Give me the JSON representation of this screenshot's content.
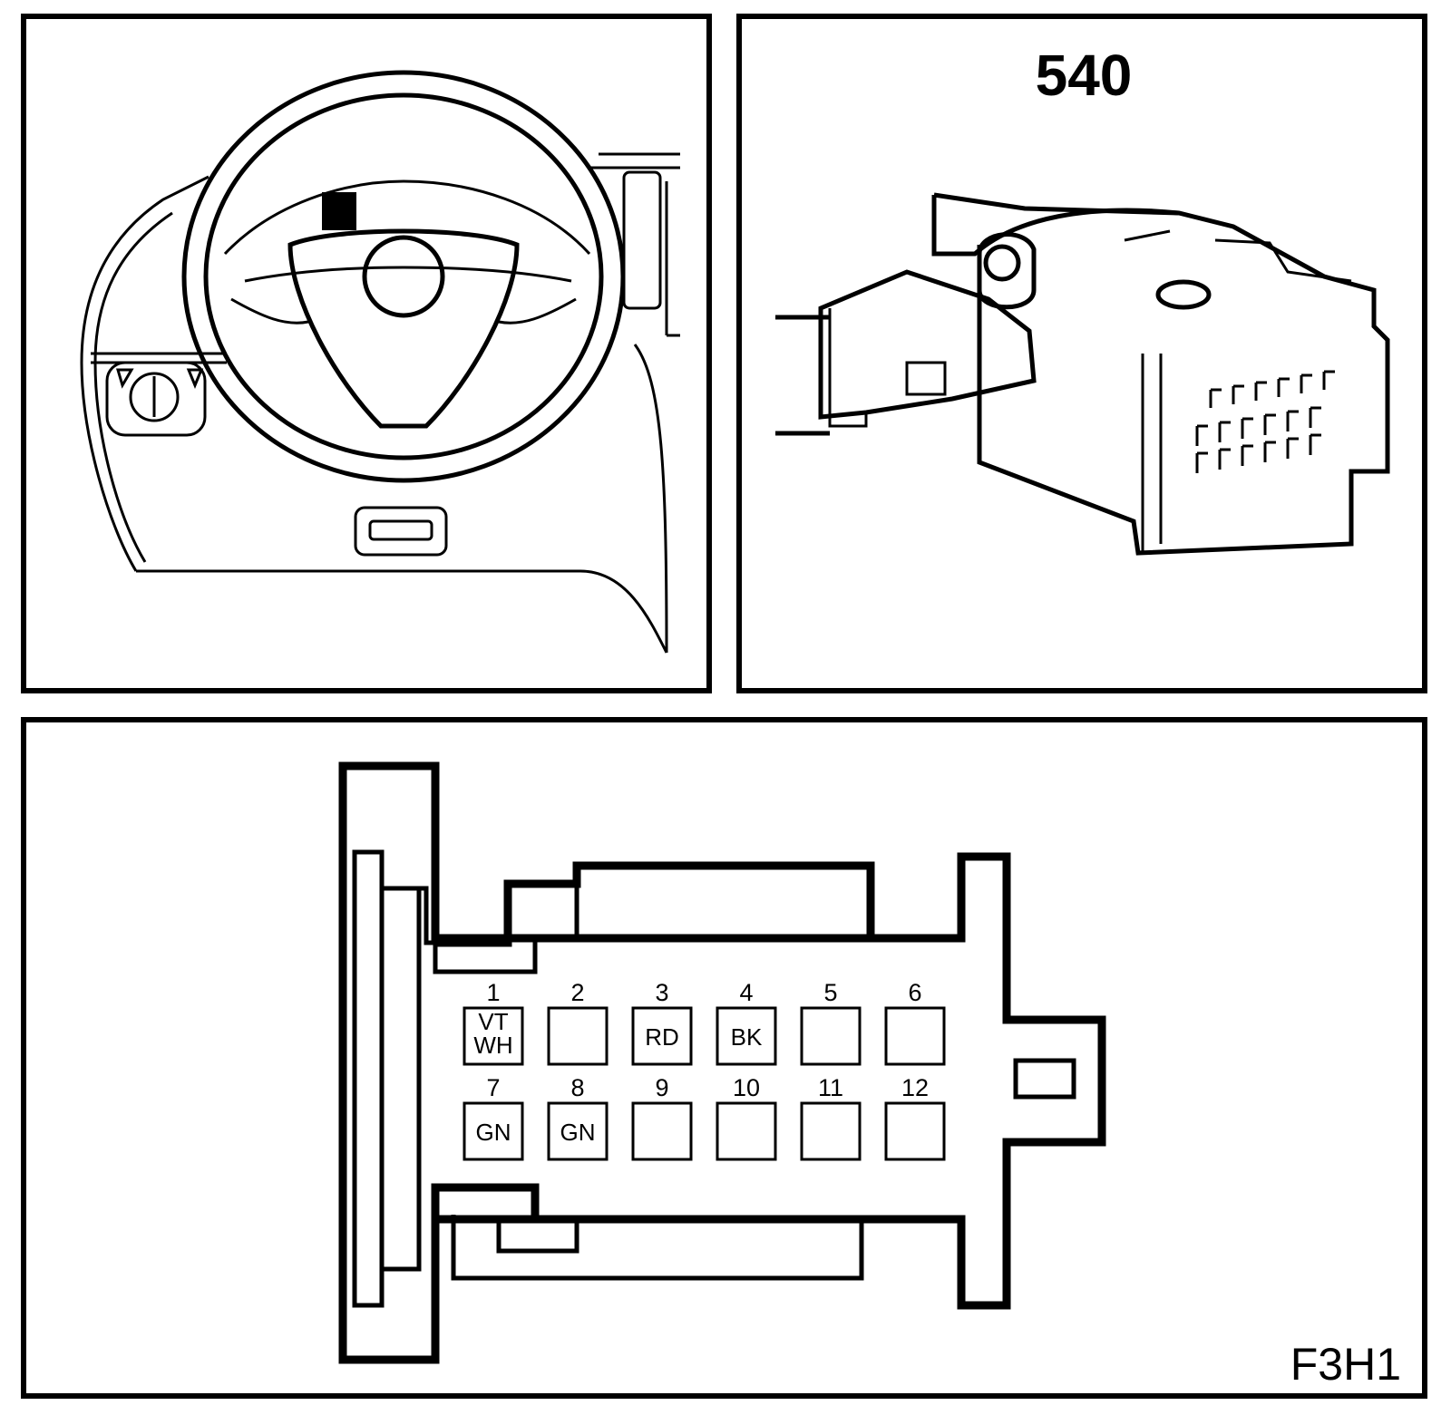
{
  "panels": {
    "connector_number": "540",
    "figure_code": "F3H1"
  },
  "pins": [
    {
      "number": "1",
      "color": [
        "VT",
        "WH"
      ]
    },
    {
      "number": "2",
      "color": []
    },
    {
      "number": "3",
      "color": [
        "RD"
      ]
    },
    {
      "number": "4",
      "color": [
        "BK"
      ]
    },
    {
      "number": "5",
      "color": []
    },
    {
      "number": "6",
      "color": []
    },
    {
      "number": "7",
      "color": [
        "GN"
      ]
    },
    {
      "number": "8",
      "color": [
        "GN"
      ]
    },
    {
      "number": "9",
      "color": []
    },
    {
      "number": "10",
      "color": []
    },
    {
      "number": "11",
      "color": []
    },
    {
      "number": "12",
      "color": []
    }
  ]
}
